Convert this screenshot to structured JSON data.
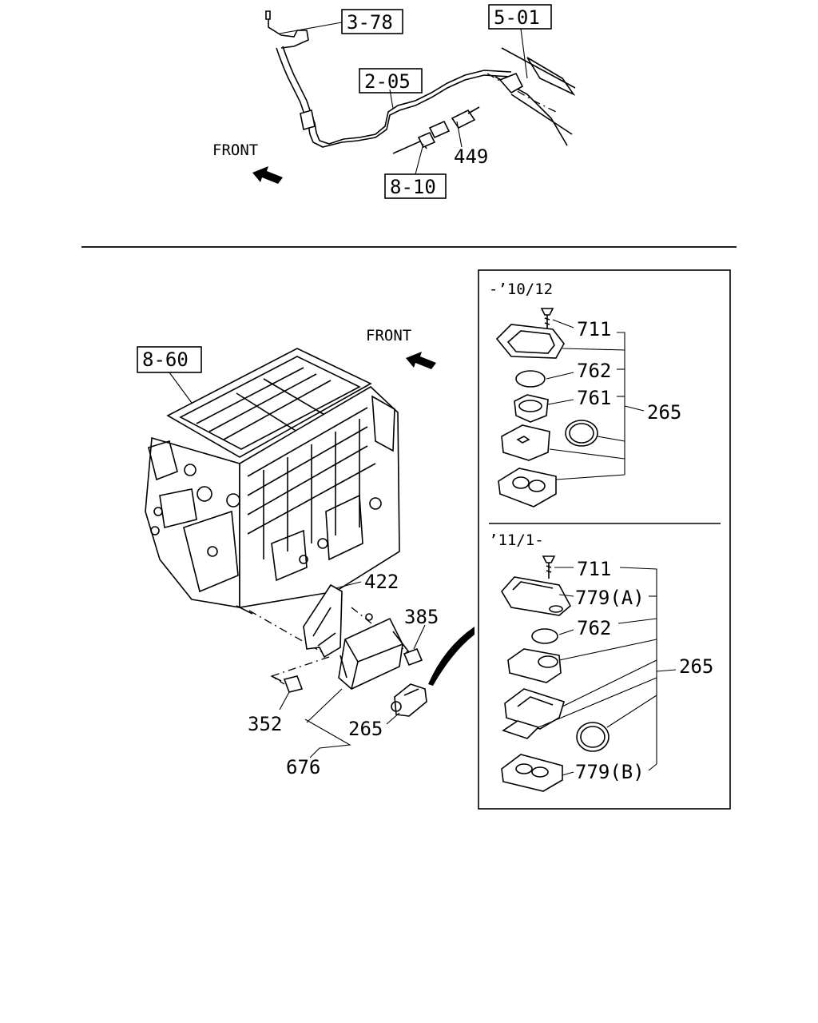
{
  "top": {
    "refs": [
      "3-78",
      "2-05",
      "5-01",
      "8-10"
    ],
    "part_449": "449",
    "front": "FRONT"
  },
  "main": {
    "ref_box": "8-60",
    "front": "FRONT",
    "parts": {
      "p422": "422",
      "p385": "385",
      "p352": "352",
      "p265": "265",
      "p676": "676"
    }
  },
  "inset_old": {
    "period": "-’10/12",
    "parts": {
      "p711": "711",
      "p762": "762",
      "p761": "761",
      "p265": "265"
    }
  },
  "inset_new": {
    "period": "’11/1-",
    "parts": {
      "p711": "711",
      "p779a": "779(A)",
      "p762": "762",
      "p265": "265",
      "p779b": "779(B)"
    }
  }
}
